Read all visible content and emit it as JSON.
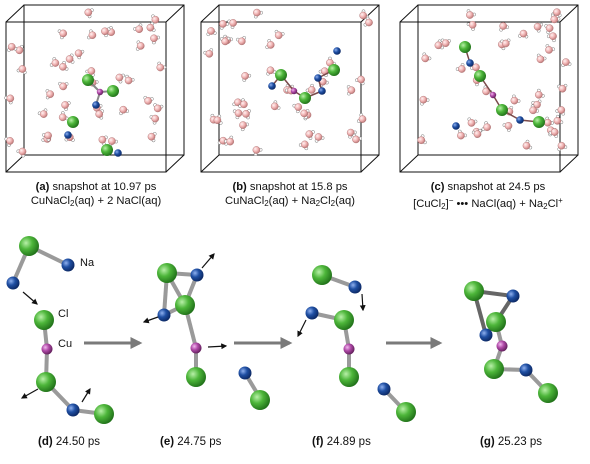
{
  "snapshots": [
    {
      "tag": "(a)",
      "text": " snapshot at 10.97 ps",
      "formula_html": "CuNaCl<span class=\"sub\">2</span>(aq) + 2 NaCl(aq)"
    },
    {
      "tag": "(b)",
      "text": " snapshot at 15.8 ps",
      "formula_html": "CuNaCl<span class=\"sub\">2</span>(aq) + Na<span class=\"sub\">2</span>Cl<span class=\"sub\">2</span>(aq)"
    },
    {
      "tag": "(c)",
      "text": " snapshot at 24.5 ps",
      "formula_html": "[CuCl<span class=\"sub\">2</span>]<span class=\"sup\">−</span> ••• NaCl(aq) + Na<span class=\"sub\">2</span>Cl<span class=\"sup\">+</span>"
    }
  ],
  "steps": [
    {
      "tag": "(d)",
      "time": " 24.50 ps"
    },
    {
      "tag": "(e)",
      "time": " 24.75 ps"
    },
    {
      "tag": "(f)",
      "time": " 24.89 ps"
    },
    {
      "tag": "(g)",
      "time": " 25.23 ps"
    }
  ],
  "atom_labels": {
    "na": "Na",
    "cl": "Cl",
    "cu": "Cu"
  },
  "colors": {
    "cl": "#4db63a",
    "na": "#1f4fa3",
    "cu": "#b04aa8",
    "water_o": "#f2b6b6",
    "h": "#ffffff",
    "bond": "#9a9a9a",
    "arrow": "#7a7a7a"
  }
}
